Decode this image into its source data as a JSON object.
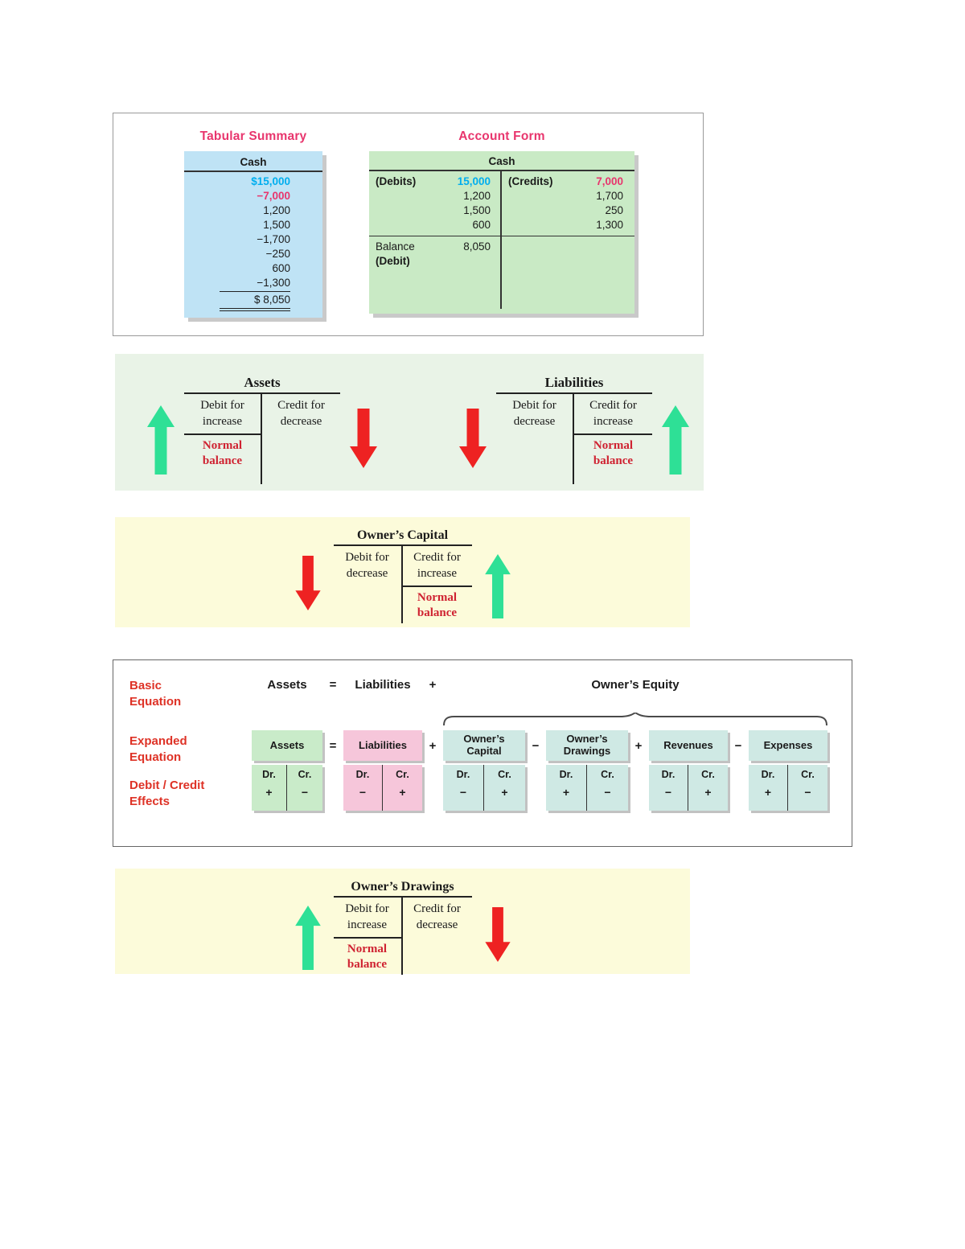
{
  "colors": {
    "heading_pink": "#e8356d",
    "label_red": "#de3226",
    "normal_red": "#cf2231",
    "cyan_value": "#00aeef",
    "magenta_value": "#e8356d",
    "green_arrow": "#2ee096",
    "red_arrow": "#ee2222",
    "blue_card": "#bfe3f5",
    "green_card": "#c9eac5",
    "panel_green": "#e9f3e7",
    "panel_yellow": "#fcfbda",
    "box_green": "#c9ebc9",
    "box_pink": "#f6c6da",
    "box_teal": "#cfe9e4"
  },
  "exhibit1": {
    "tabular": {
      "title": "Tabular Summary",
      "account": "Cash",
      "rows": [
        "$15,000",
        "−7,000",
        "1,200",
        "1,500",
        "−1,700",
        "−250",
        "600",
        "−1,300",
        "$ 8,050"
      ]
    },
    "account_form": {
      "title": "Account Form",
      "account": "Cash",
      "debits_label": "(Debits)",
      "credits_label": "(Credits)",
      "debits": [
        "15,000",
        "1,200",
        "1,500",
        "600"
      ],
      "credits": [
        "7,000",
        "1,700",
        "250",
        "1,300"
      ],
      "balance_label": "Balance",
      "balance_value": "8,050",
      "balance_side": "(Debit)"
    }
  },
  "taccounts": {
    "assets": {
      "title": "Assets",
      "debit": [
        "Debit for",
        "increase"
      ],
      "credit": [
        "Credit for",
        "decrease"
      ],
      "normal": [
        "Normal",
        "balance"
      ]
    },
    "liabilities": {
      "title": "Liabilities",
      "debit": [
        "Debit for",
        "decrease"
      ],
      "credit": [
        "Credit for",
        "increase"
      ],
      "normal": [
        "Normal",
        "balance"
      ]
    },
    "owners_capital": {
      "title": "Owner’s Capital",
      "debit": [
        "Debit for",
        "decrease"
      ],
      "credit": [
        "Credit for",
        "increase"
      ],
      "normal": [
        "Normal",
        "balance"
      ]
    },
    "owners_drawings": {
      "title": "Owner’s Drawings",
      "debit": [
        "Debit for",
        "increase"
      ],
      "credit": [
        "Credit for",
        "decrease"
      ],
      "normal": [
        "Normal",
        "balance"
      ]
    }
  },
  "equation": {
    "basic_label": [
      "Basic",
      "Equation"
    ],
    "expanded_label": [
      "Expanded",
      "Equation"
    ],
    "effects_label": [
      "Debit / Credit",
      "Effects"
    ],
    "basic": {
      "assets": "Assets",
      "equals": "=",
      "liabilities": "Liabilities",
      "plus": "+",
      "owners_equity": "Owner’s Equity"
    },
    "operators": [
      "=",
      "+",
      "−",
      "+",
      "−"
    ],
    "dr_label": "Dr.",
    "cr_label": "Cr.",
    "boxes": [
      {
        "label": "Assets",
        "dr_sign": "+",
        "cr_sign": "−"
      },
      {
        "label": "Liabilities",
        "dr_sign": "−",
        "cr_sign": "+"
      },
      {
        "label": "Owner’s Capital",
        "dr_sign": "−",
        "cr_sign": "+"
      },
      {
        "label": "Owner’s Drawings",
        "dr_sign": "+",
        "cr_sign": "−"
      },
      {
        "label": "Revenues",
        "dr_sign": "−",
        "cr_sign": "+"
      },
      {
        "label": "Expenses",
        "dr_sign": "+",
        "cr_sign": "−"
      }
    ]
  }
}
